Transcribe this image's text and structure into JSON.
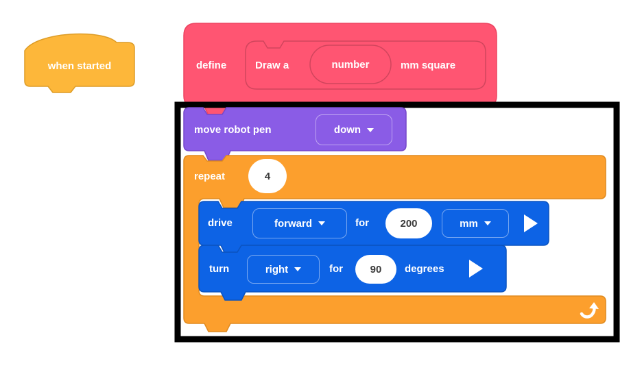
{
  "colors": {
    "hat_fill": "#FDB73A",
    "hat_border": "#DD9C26",
    "define_fill": "#FF5572",
    "define_border": "#ED4360",
    "pen_fill": "#8A5CE6",
    "pen_border": "#7547C8",
    "control_fill": "#FC9F2D",
    "control_border": "#E08A1E",
    "drive_fill": "#0D63E5",
    "drive_border": "#0B53BF",
    "frame_color": "#000000",
    "input_text": "#3B3B3B"
  },
  "hat_block": {
    "label": "when started"
  },
  "define_block": {
    "keyword": "define",
    "proto_prefix": "Draw a",
    "param_name": "number",
    "proto_suffix": "mm square"
  },
  "pen_block": {
    "label": "move robot pen",
    "dropdown_value": "down"
  },
  "repeat_block": {
    "label": "repeat",
    "count": "4"
  },
  "drive_block": {
    "label": "drive",
    "direction_value": "forward",
    "for_label": "for",
    "distance_value": "200",
    "unit_value": "mm"
  },
  "turn_block": {
    "label": "turn",
    "direction_value": "right",
    "for_label": "for",
    "angle_value": "90",
    "unit_label": "degrees"
  }
}
